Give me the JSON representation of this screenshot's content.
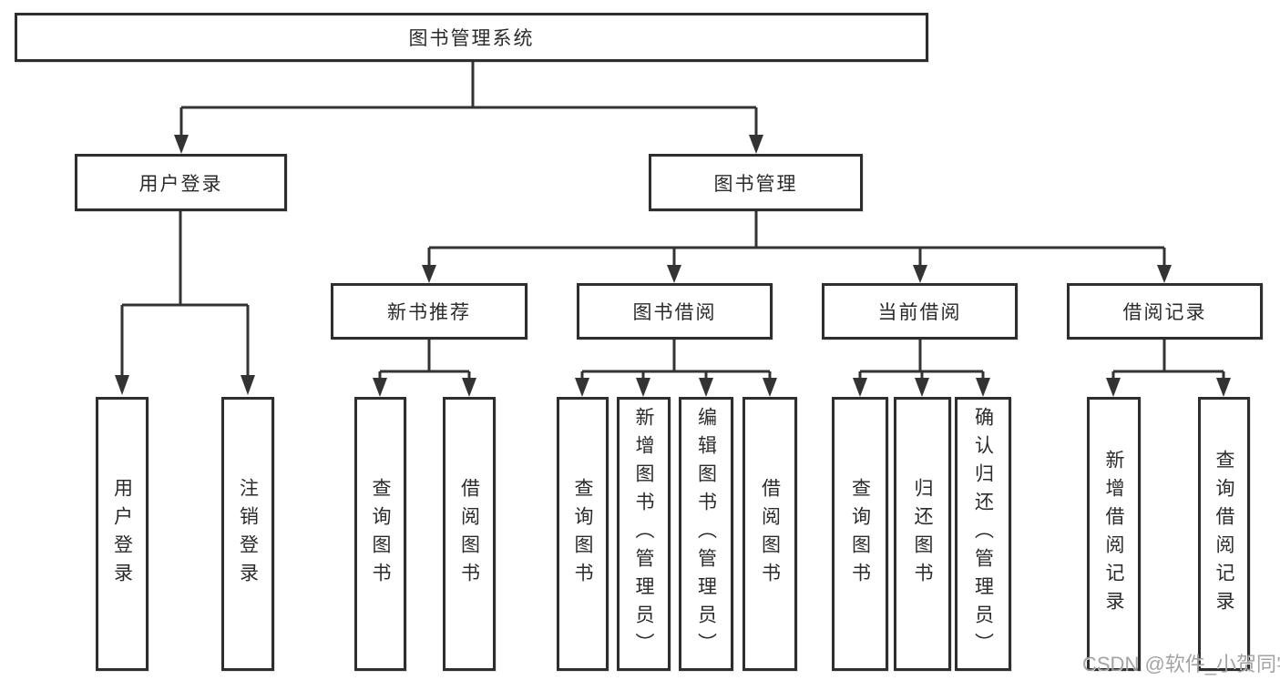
{
  "diagram": {
    "title": "图书管理系统",
    "branches": [
      {
        "label": "用户登录",
        "leaves": [
          "用户登录",
          "注销登录"
        ]
      },
      {
        "label": "图书管理",
        "groups": [
          {
            "label": "新书推荐",
            "leaves": [
              "查询图书",
              "借阅图书"
            ]
          },
          {
            "label": "图书借阅",
            "leaves": [
              "查询图书",
              "新增图书（管理员）",
              "编辑图书（管理员）",
              "借阅图书"
            ]
          },
          {
            "label": "当前借阅",
            "leaves": [
              "查询图书",
              "归还图书",
              "确认归还（管理员）"
            ]
          },
          {
            "label": "借阅记录",
            "leaves": [
              "新增借阅记录",
              "查询借阅记录"
            ]
          }
        ]
      }
    ]
  },
  "watermark": "CSDN @软件_小贺同学",
  "colors": {
    "line": "#333333",
    "border": "#2e2e2e",
    "text": "#2b2b2b",
    "watermark": "#9a9a9a",
    "background": "#ffffff"
  }
}
